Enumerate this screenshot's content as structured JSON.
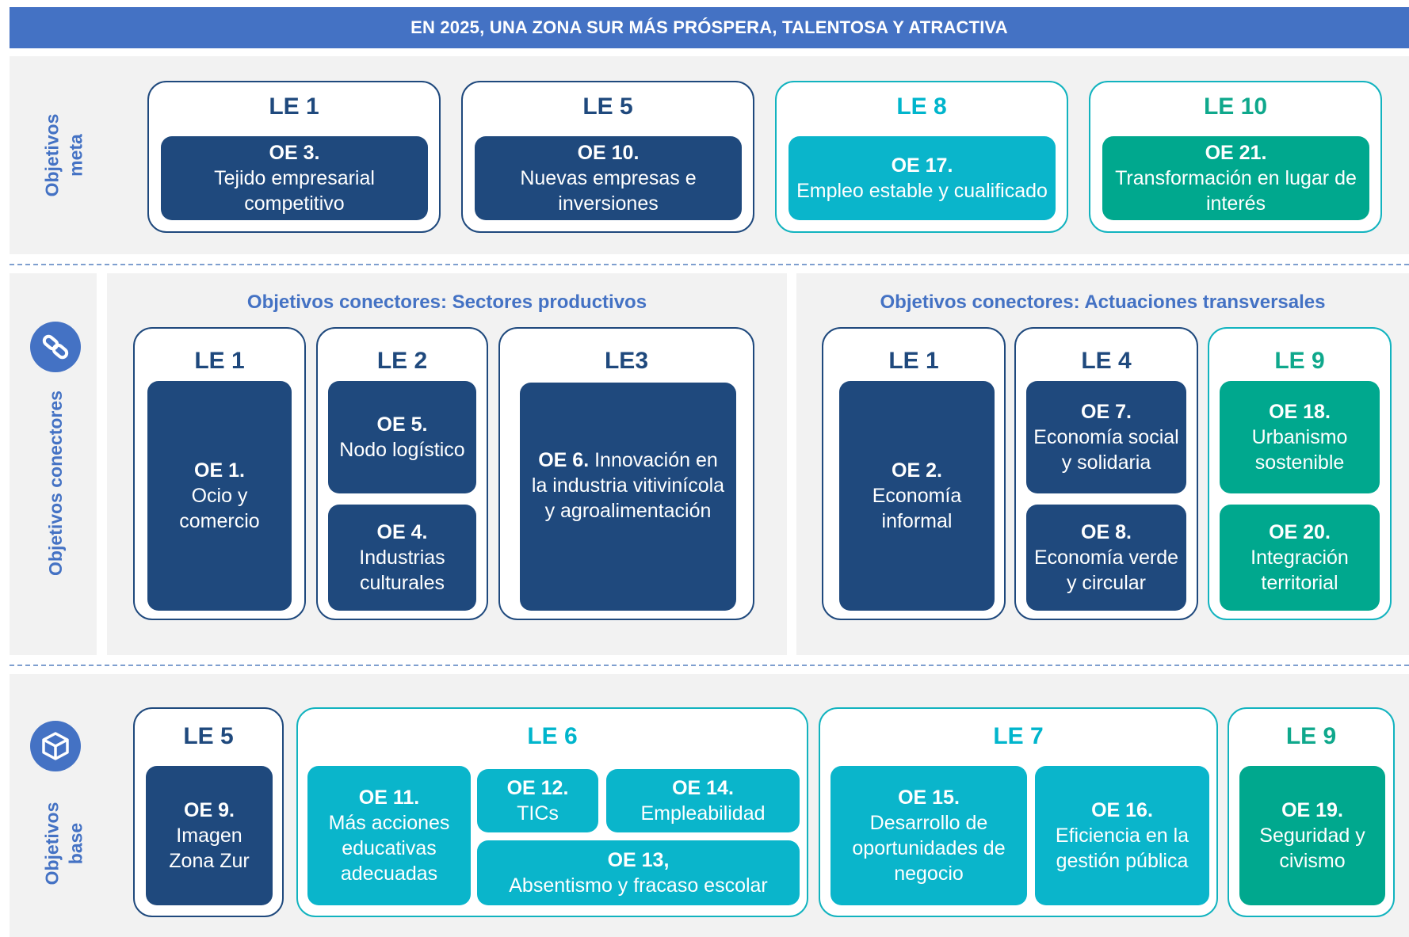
{
  "title": "EN 2025, UNA ZONA SUR MÁS PRÓSPERA, TALENTOSA Y ATRACTIVA",
  "sections": {
    "meta": {
      "label_line1": "Objetivos",
      "label_line2": "meta"
    },
    "conectores": {
      "label": "Objetivos conectores",
      "icon": "link-icon",
      "subtitle_left": "Objetivos conectores: Sectores productivos",
      "subtitle_right": "Objetivos conectores: Actuaciones transversales"
    },
    "base": {
      "label_line1": "Objetivos",
      "label_line2": "base",
      "icon": "cube-icon"
    }
  },
  "meta_cards": [
    {
      "le": "LE 1",
      "oe_num": "OE 3.",
      "oe_text": "Tejido empresarial competitivo",
      "color": "#1F497D"
    },
    {
      "le": "LE 5",
      "oe_num": "OE 10.",
      "oe_text": "Nuevas empresas e inversiones",
      "color": "#1F497D"
    },
    {
      "le": "LE 8",
      "oe_num": "OE 17.",
      "oe_text": "Empleo estable y cualificado",
      "color": "#0AB5CB"
    },
    {
      "le": "LE 10",
      "oe_num": "OE 21.",
      "oe_text": "Transformación en lugar de interés",
      "color": "#00A88E"
    }
  ],
  "conector_cards": [
    {
      "le": "LE 1",
      "items": [
        {
          "oe_num": "OE  1.",
          "oe_text": "Ocio y comercio"
        }
      ]
    },
    {
      "le": "LE 2",
      "items": [
        {
          "oe_num": "OE 5.",
          "oe_text": "Nodo logístico"
        },
        {
          "oe_num": "OE 4.",
          "oe_text": "Industrias culturales"
        }
      ]
    },
    {
      "le": "LE3",
      "items": [
        {
          "oe_num": "OE 6.",
          "oe_text": "Innovación en la industria vitivinícola y agroalimentación"
        }
      ]
    },
    {
      "le": "LE 1",
      "items": [
        {
          "oe_num": "OE  2.",
          "oe_text": "Economía informal"
        }
      ]
    },
    {
      "le": "LE 4",
      "items": [
        {
          "oe_num": "OE  7.",
          "oe_text": "Economía social y solidaria"
        },
        {
          "oe_num": "OE  8.",
          "oe_text": "Economía verde y circular"
        }
      ]
    },
    {
      "le": "LE 9",
      "items": [
        {
          "oe_num": "OE  18.",
          "oe_text": "Urbanismo sostenible"
        },
        {
          "oe_num": "OE  20.",
          "oe_text": "Integración territorial"
        }
      ]
    }
  ],
  "base_cards": [
    {
      "le": "LE 5",
      "items": [
        {
          "oe_num": "OE 9.",
          "oe_text": "Imagen Zona Zur"
        }
      ]
    },
    {
      "le": "LE 6",
      "items": [
        {
          "oe_num": "OE 11.",
          "oe_text": "Más acciones educativas adecuadas"
        },
        {
          "oe_num": "OE 12.",
          "oe_text": "TICs"
        },
        {
          "oe_num": "OE 14.",
          "oe_text": "Empleabilidad"
        },
        {
          "oe_num": "OE 13,",
          "oe_text": "Absentismo y fracaso escolar"
        }
      ]
    },
    {
      "le": "LE 7",
      "items": [
        {
          "oe_num": "OE 15.",
          "oe_text": "Desarrollo de oportunidades de negocio"
        },
        {
          "oe_num": "OE 16.",
          "oe_text": "Eficiencia en la gestión pública"
        }
      ]
    },
    {
      "le": "LE 9",
      "items": [
        {
          "oe_num": "OE 19.",
          "oe_text": "Seguridad y civismo"
        }
      ]
    }
  ],
  "colors": {
    "dark_blue": "#1F497D",
    "cyan": "#0AB5CB",
    "teal": "#00A88E",
    "accent_blue": "#4472C4"
  }
}
